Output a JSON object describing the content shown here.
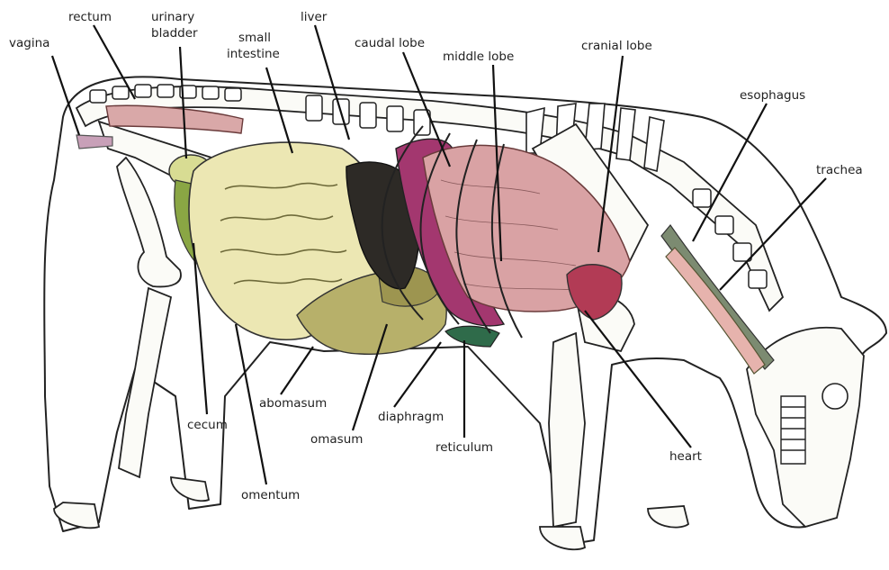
{
  "colors": {
    "lung": "#d9a2a4",
    "intestine": "#ece7b3",
    "rumen_dark": "#b7b06a",
    "diaphragm": "#a3376f",
    "liver": "#2d2a26",
    "heart": "#b23b55",
    "reticulum": "#2f6b4a",
    "bladder": "#d8dc93",
    "rectum": "#d9a8a8",
    "trachea": "#e6b3ad",
    "cecum_green": "#8aa644"
  },
  "labels": {
    "vagina": "vagina",
    "rectum": "rectum",
    "urinary_bladder_1": "urinary",
    "urinary_bladder_2": "bladder",
    "small_intestine_1": "small",
    "small_intestine_2": "intestine",
    "liver": "liver",
    "caudal_lobe": "caudal lobe",
    "middle_lobe": "middle lobe",
    "cranial_lobe": "cranial lobe",
    "esophagus": "esophagus",
    "trachea": "trachea",
    "cecum": "cecum",
    "abomasum": "abomasum",
    "omasum": "omasum",
    "diaphragm": "diaphragm",
    "reticulum": "reticulum",
    "heart": "heart",
    "omentum": "omentum"
  }
}
